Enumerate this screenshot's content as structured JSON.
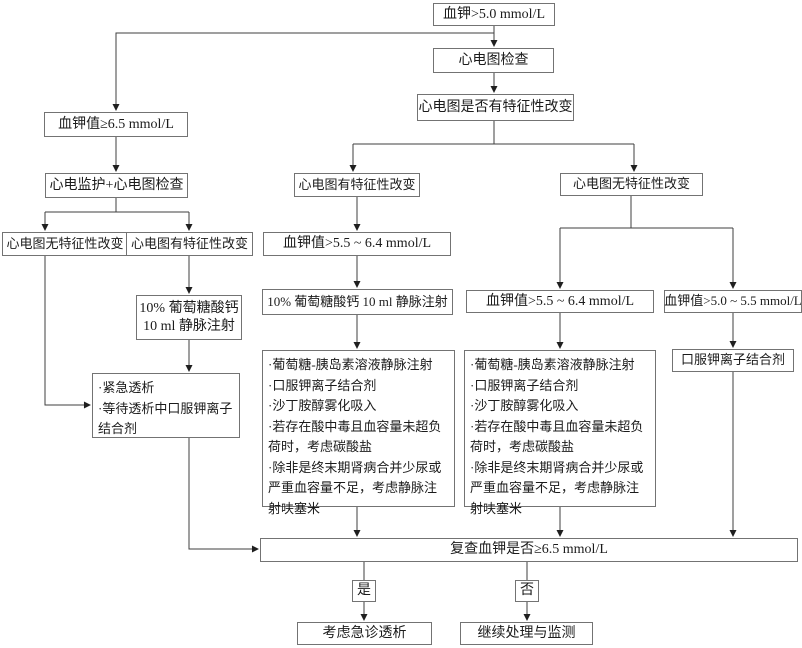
{
  "colors": {
    "background": "#ffffff",
    "box_border": "#737373",
    "line": "#3f3f3f",
    "arrow": "#1f1f1f",
    "text": "#1b1b1b"
  },
  "flowchart": {
    "start": "血钾>5.0 mmol/L",
    "ecg_exam": "心电图检查",
    "ecg_question": "心电图是否有特征性改变",
    "k_ge_6_5": "血钾值≥6.5 mmol/L",
    "monitor_plus_ecg": "心电监护+心电图检查",
    "left_no_change": "心电图无特征性改变",
    "left_has_change": "心电图有特征性改变",
    "mid_has_change": "心电图有特征性改变",
    "right_no_change": "心电图无特征性改变",
    "mid_k_5_5_to_6_4": "血钾值>5.5 ~ 6.4 mmol/L",
    "calcium_two_line": [
      "10% 葡萄糖酸钙",
      "10 ml 静脉注射"
    ],
    "calcium_one_line": "10% 葡萄糖酸钙 10 ml 静脉注射",
    "right_k_5_5_to_6_4": "血钾值>5.5 ~ 6.4 mmol/L",
    "right_k_5_0_to_5_5": "血钾值>5.0 ~ 5.5 mmol/L",
    "urgent_dialysis_list": [
      "·紧急透析",
      "·等待透析中口服钾离子结合剂"
    ],
    "treatment_list_mid": [
      "·葡萄糖-胰岛素溶液静脉注射",
      "·口服钾离子结合剂",
      "·沙丁胺醇雾化吸入",
      "·若存在酸中毒且血容量未超负荷时，考虑碳酸盐",
      "·除非是终末期肾病合并少尿或严重血容量不足，考虑静脉注射呋塞米"
    ],
    "treatment_list_right": [
      "·葡萄糖-胰岛素溶液静脉注射",
      "·口服钾离子结合剂",
      "·沙丁胺醇雾化吸入",
      "·若存在酸中毒且血容量未超负荷时，考虑碳酸盐",
      "·除非是终末期肾病合并少尿或严重血容量不足，考虑静脉注射呋塞米"
    ],
    "oral_binder": "口服钾离子结合剂",
    "recheck": "复查血钾是否≥6.5 mmol/L",
    "yes_label": "是",
    "no_label": "否",
    "consider_emergency_dialysis": "考虑急诊透析",
    "continue_treat_monitor": "继续处理与监测"
  }
}
